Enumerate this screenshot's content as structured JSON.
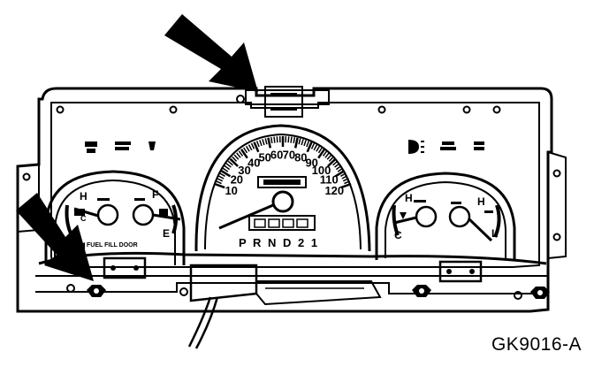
{
  "figure_id": "GK9016-A",
  "colors": {
    "ink": "#000000",
    "paper": "#ffffff"
  },
  "speedometer": {
    "ticks": [
      "10",
      "20",
      "30",
      "40",
      "50",
      "60",
      "70",
      "80",
      "90",
      "100",
      "110",
      "120"
    ],
    "gear_indicator": "P R N D 2 1"
  },
  "left_gauges": {
    "temp": {
      "hot": "H",
      "cold": "C"
    },
    "fuel": {
      "full": "F",
      "empty": "E"
    },
    "fuel_door_note": "FUEL FILL DOOR"
  },
  "right_gauges": {
    "temp": {
      "hot": "H",
      "cold": "C"
    },
    "oil": {
      "high": "H",
      "low": "L"
    }
  },
  "arrows": [
    "top-arrow",
    "left-arrow-bottom"
  ]
}
